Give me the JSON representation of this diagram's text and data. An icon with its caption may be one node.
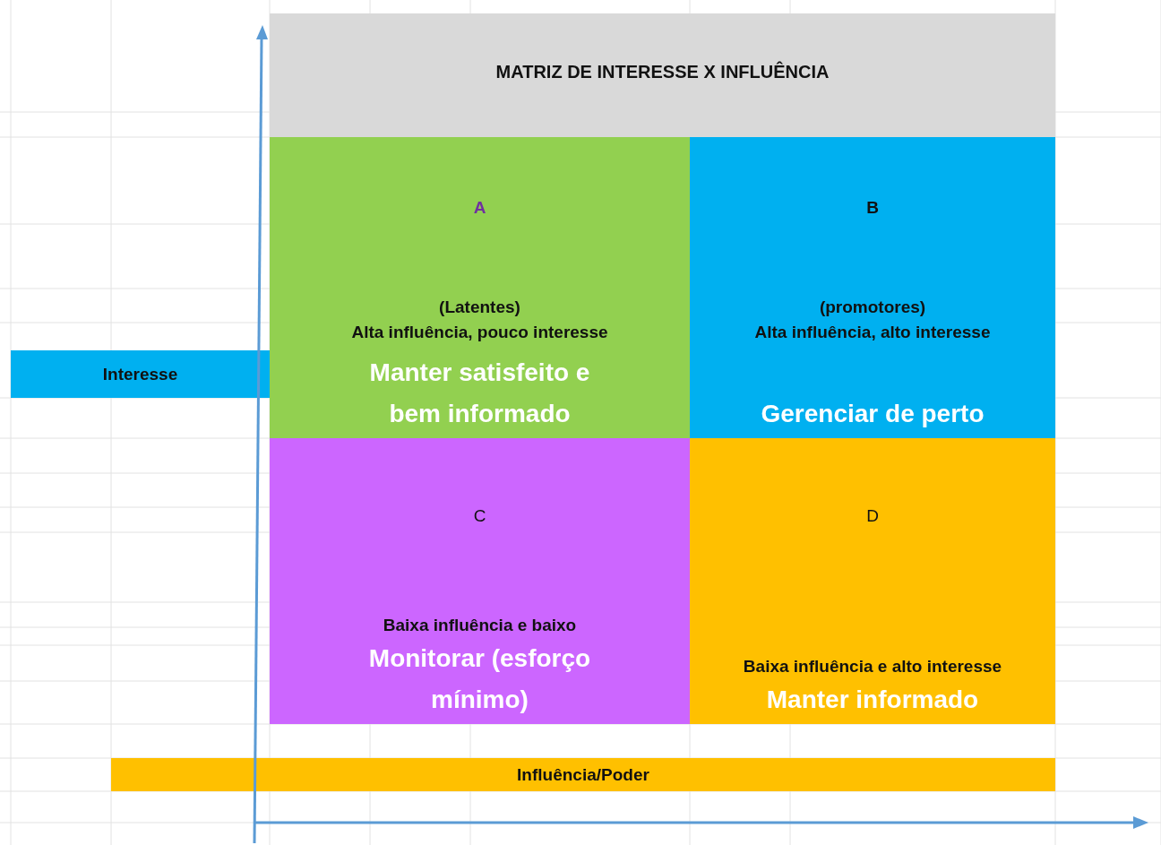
{
  "diagram": {
    "nodes": [
      {
        "text": [
          "MATRIZ DE INTERESSE X INFLUÊNCIA"
        ]
      },
      {
        "text": [
          "A",
          "(Latentes)",
          "Alta influência, pouco interesse",
          "Manter satisfeito e bem informado"
        ]
      },
      {
        "text": [
          "B",
          "(promotores)",
          "Alta influência, alto interesse",
          "Gerenciar de perto"
        ]
      },
      {
        "text": [
          "C",
          "Baixa influência e baixo",
          "Monitorar (esforço mínimo)"
        ]
      },
      {
        "text": [
          "D",
          "Baixa influência e alto interesse",
          "Manter informado"
        ]
      },
      {
        "text": [
          "Interesse"
        ]
      },
      {
        "text": [
          "Influência/Poder"
        ]
      }
    ],
    "edges": []
  }
}
